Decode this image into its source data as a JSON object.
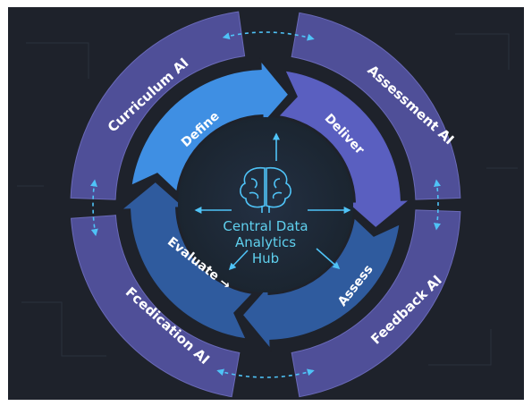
{
  "hub": {
    "line1": "Central Data",
    "line2": "Analytics",
    "line3": "Hub",
    "icon": "brain-icon"
  },
  "stages": [
    {
      "label": "Define"
    },
    {
      "label": "Deliver"
    },
    {
      "label": "Assess"
    },
    {
      "label": "Evaluate →"
    }
  ],
  "modules": [
    {
      "label": "Curriculum AI"
    },
    {
      "label": "Assessment AI"
    },
    {
      "label": "Feedback AI"
    },
    {
      "label": "Fcedication AI"
    }
  ],
  "colors": {
    "background": "#1e222b",
    "outer_ring": "#4f4f98",
    "stage_blue": "#3f8fe3",
    "stage_indigo": "#5a5fc0",
    "stage_navy": "#2f5b9e",
    "accent": "#4fc3f7"
  }
}
